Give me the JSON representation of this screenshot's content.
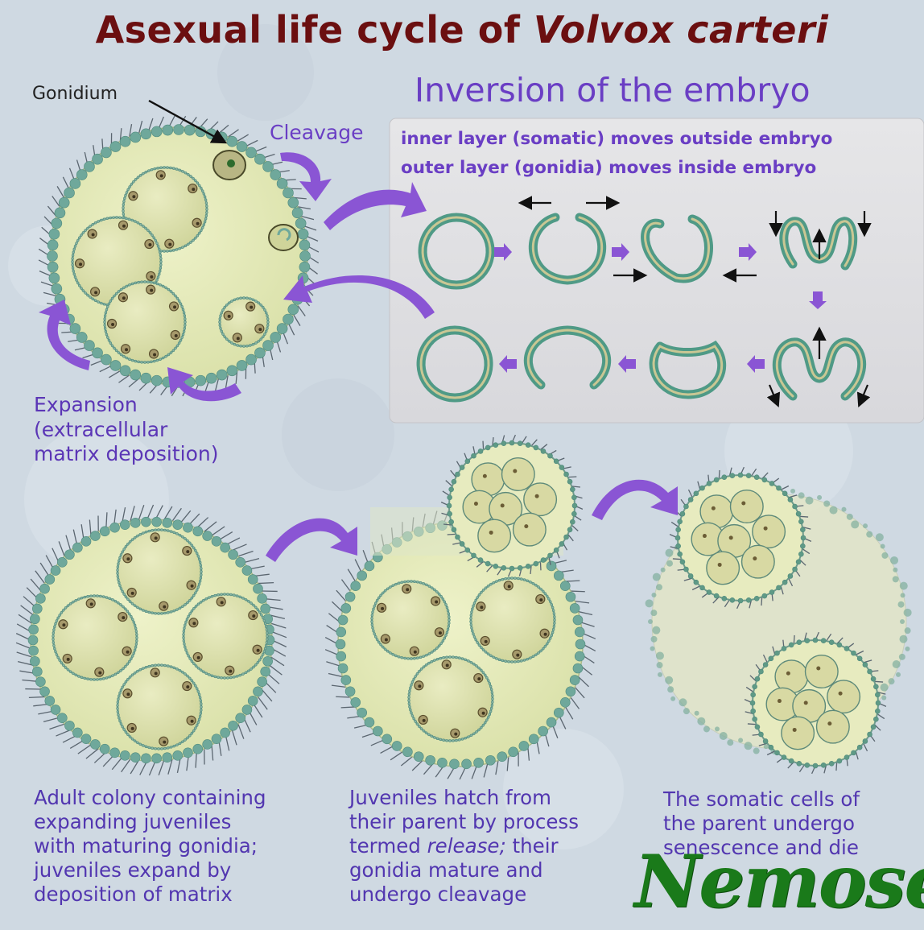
{
  "title": {
    "prefix": "Asexual life cycle of ",
    "species": "Volvox carteri"
  },
  "inversion": {
    "heading": "Inversion of the embryo",
    "line1": "inner layer (somatic) moves outside embryo",
    "line2": "outer layer (gonidia) moves inside embryo"
  },
  "labels": {
    "gonidium": "Gonidium",
    "cleavage": "Cleavage",
    "expansion": [
      "Expansion",
      "(extracellular",
      "matrix deposition)"
    ]
  },
  "captions": {
    "adult": [
      "Adult colony containing",
      "expanding juveniles",
      "with maturing gonidia;",
      "juveniles expand by",
      "deposition of matrix"
    ],
    "hatch": {
      "line1": "Juveniles hatch from",
      "line2": "their parent by process",
      "line3_prefix": "termed ",
      "line3_italic": "release;",
      "line3_suffix": " their",
      "line4": "gonidia mature and",
      "line5": "undergo cleavage"
    },
    "senescence": [
      "The somatic cells of",
      "the parent undergo",
      "senescence and die"
    ]
  },
  "signature": "Nemose",
  "colors": {
    "title": "#6b0f10",
    "accent_purple": "#6a3ec4",
    "arrow_purple": "#8a55d4",
    "colony_fill": "#e2e8bb",
    "cell_teal": "#6fa89b",
    "signature_green": "#1a7a1a"
  }
}
